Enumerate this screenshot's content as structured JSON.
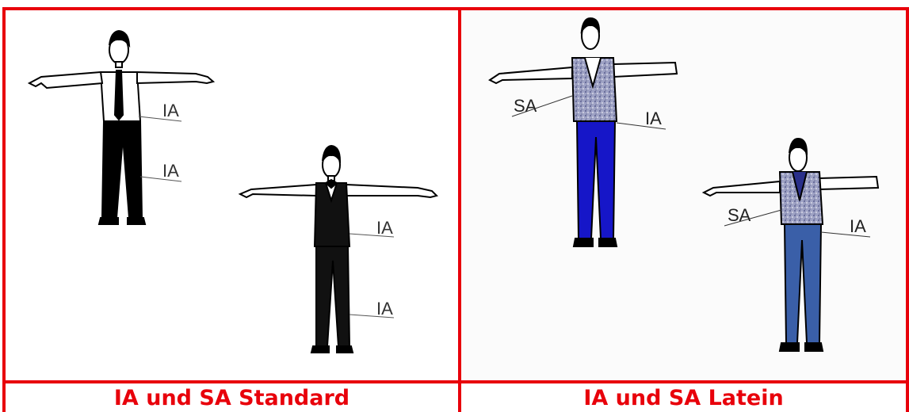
{
  "left_panel": {
    "caption": "IA und SA Standard",
    "figure1": {
      "labels": [
        "IA",
        "IA"
      ]
    },
    "figure2": {
      "labels": [
        "IA",
        "IA"
      ]
    }
  },
  "right_panel": {
    "caption": "IA und SA Latein",
    "figure1": {
      "labels": [
        "SA",
        "IA"
      ]
    },
    "figure2": {
      "labels": [
        "SA",
        "IA"
      ]
    }
  },
  "colors": {
    "border": "#e8000b",
    "caption_text": "#e8000b",
    "trousers_bright": "#1616c8",
    "trousers_muted": "#3a5fa8",
    "shirt_speckle": "#8a8fb8"
  }
}
